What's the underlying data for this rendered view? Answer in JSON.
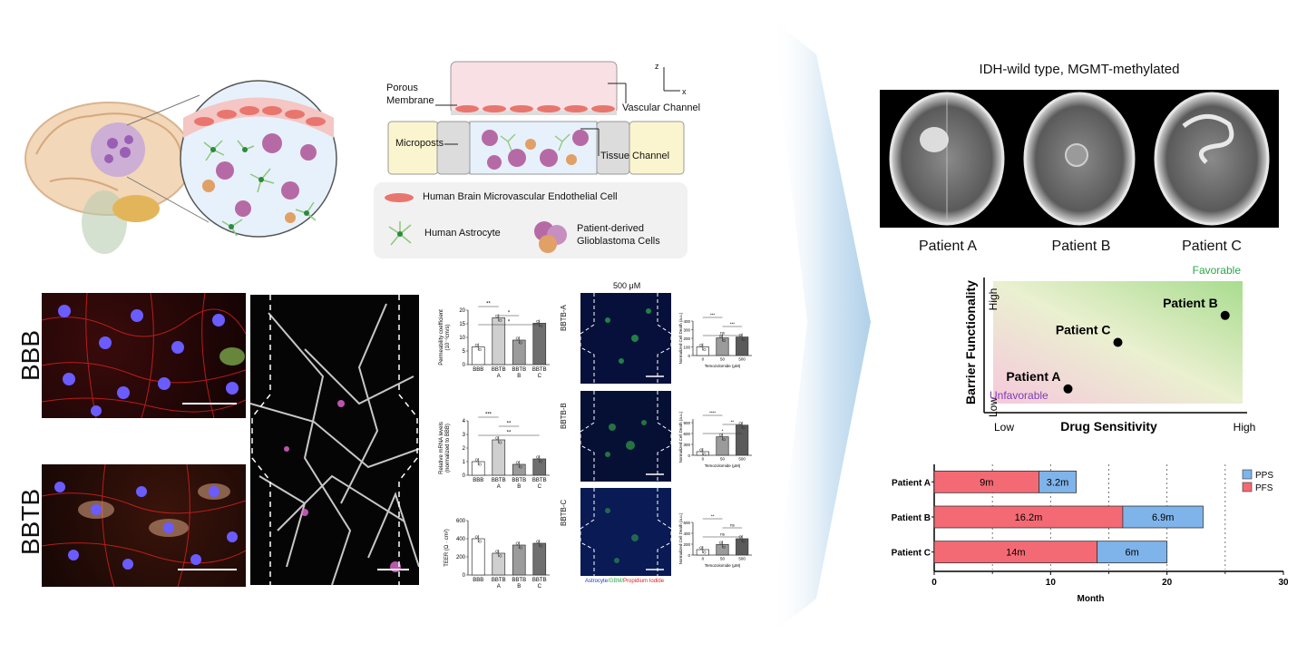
{
  "schematic": {
    "porous_membrane": "Porous\nMembrane",
    "vascular_channel": "Vascular Channel",
    "microposts": "Microposts",
    "tissue_channel": "Tissue Channel",
    "axis_z": "z",
    "axis_x": "x",
    "legend": {
      "endothelial": "Human Brain Microvascular Endothelial Cell",
      "astrocyte": "Human Astrocyte",
      "gbm": "Patient-derived\nGlioblastoma Cells"
    }
  },
  "micrographs": {
    "bbb_label": "BBB",
    "bbtb_label": "BBTB",
    "concentration": "500 μM",
    "row_labels": [
      "BBTB-A",
      "BBTB-B",
      "BBTB-C"
    ],
    "stain_caption": {
      "astrocyte": "Astrocyte",
      "gbm": "/GBM/",
      "pi": "Propidium Iodide"
    }
  },
  "small_charts": {
    "permeability": {
      "ylabel": "Permeability coefficient\n(10⁻⁶cm/s)",
      "categories": [
        "BBB",
        "BBTB\nA",
        "BBTB\nB",
        "BBTB\nC"
      ],
      "values": [
        6.5,
        17.2,
        9.0,
        15.2
      ],
      "yticks": [
        "0",
        "5",
        "10",
        "15",
        "20"
      ],
      "ylim": [
        0,
        20
      ],
      "sig": [
        "**",
        "*",
        "*"
      ]
    },
    "mrna": {
      "ylabel": "Relative mRNA levels\n(normalized to BBB)",
      "categories": [
        "BBB",
        "BBTB\nA",
        "BBTB\nB",
        "BBTB\nC"
      ],
      "values": [
        1.0,
        2.6,
        0.8,
        1.2
      ],
      "yticks": [
        "0",
        "1",
        "2",
        "3",
        "4"
      ],
      "ylim": [
        0,
        4
      ],
      "sig": [
        "***",
        "**",
        "**"
      ]
    },
    "teer": {
      "ylabel": "TEER (Ω · cm²)",
      "categories": [
        "BBB",
        "BBTB\nA",
        "BBTB\nB",
        "BBTB\nC"
      ],
      "values": [
        400,
        240,
        330,
        350
      ],
      "yticks": [
        "0",
        "200",
        "400",
        "600"
      ],
      "ylim": [
        0,
        600
      ]
    },
    "death_a": {
      "ylabel": "Normalized Cell Death (a.u.)",
      "xlabel": "Temozolomide (μM)",
      "categories": [
        "0",
        "50",
        "500"
      ],
      "values": [
        100,
        205,
        215
      ],
      "yticks": [
        "0",
        "100",
        "200",
        "300",
        "400"
      ],
      "ylim": [
        0,
        400
      ],
      "sig": [
        "***",
        "***",
        "ns"
      ]
    },
    "death_b": {
      "ylabel": "Normalized Cell Death (a.u.)",
      "xlabel": "Temozolomide (μM)",
      "categories": [
        "0",
        "50",
        "500"
      ],
      "values": [
        100,
        510,
        830
      ],
      "yticks": [
        "0",
        "300",
        "600",
        "900"
      ],
      "ylim": [
        0,
        1000
      ],
      "sig": [
        "****",
        "**",
        "*"
      ]
    },
    "death_c": {
      "ylabel": "Normalized Cell Death (a.u.)",
      "xlabel": "Temozolomide (μM)",
      "categories": [
        "0",
        "50",
        "500"
      ],
      "values": [
        100,
        195,
        300
      ],
      "yticks": [
        "0",
        "200",
        "400",
        "600"
      ],
      "ylim": [
        0,
        600
      ],
      "sig": [
        "**",
        "ns",
        "ns"
      ]
    }
  },
  "mri": {
    "title": "IDH-wild type, MGMT-methylated",
    "patients": [
      "Patient A",
      "Patient B",
      "Patient C"
    ]
  },
  "quadrant": {
    "ylabel": "Barrier Functionality",
    "xlabel": "Drug Sensitivity",
    "y_high": "High",
    "y_low": "Low",
    "x_low": "Low",
    "x_high": "High",
    "favorable": "Favorable",
    "unfavorable": "Unfavorable",
    "points": [
      {
        "label": "Patient A",
        "x": 0.3,
        "y": 0.12
      },
      {
        "label": "Patient C",
        "x": 0.5,
        "y": 0.5
      },
      {
        "label": "Patient B",
        "x": 0.93,
        "y": 0.72
      }
    ]
  },
  "chart_data": {
    "type": "bar",
    "orientation": "horizontal",
    "stacked": true,
    "categories": [
      "Patient A",
      "Patient B",
      "Patient C"
    ],
    "series": [
      {
        "name": "PFS",
        "values": [
          9,
          16.2,
          14
        ],
        "labels": [
          "9m",
          "16.2m",
          "14m"
        ],
        "color": "#f46a74"
      },
      {
        "name": "PPS",
        "values": [
          3.2,
          6.9,
          6
        ],
        "labels": [
          "3.2m",
          "6.9m",
          "6m"
        ],
        "color": "#7fb4ea"
      }
    ],
    "xlabel": "Month",
    "xlim": [
      0,
      30
    ],
    "xticks": [
      "0",
      "10",
      "20",
      "30"
    ],
    "legend_order": [
      "PPS",
      "PFS"
    ],
    "legend_position": "top-right"
  },
  "colors": {
    "pfs": "#f46a74",
    "pps": "#7fb4ea",
    "favorable": "#2aa84a",
    "unfavorable": "#7b3fb0"
  }
}
